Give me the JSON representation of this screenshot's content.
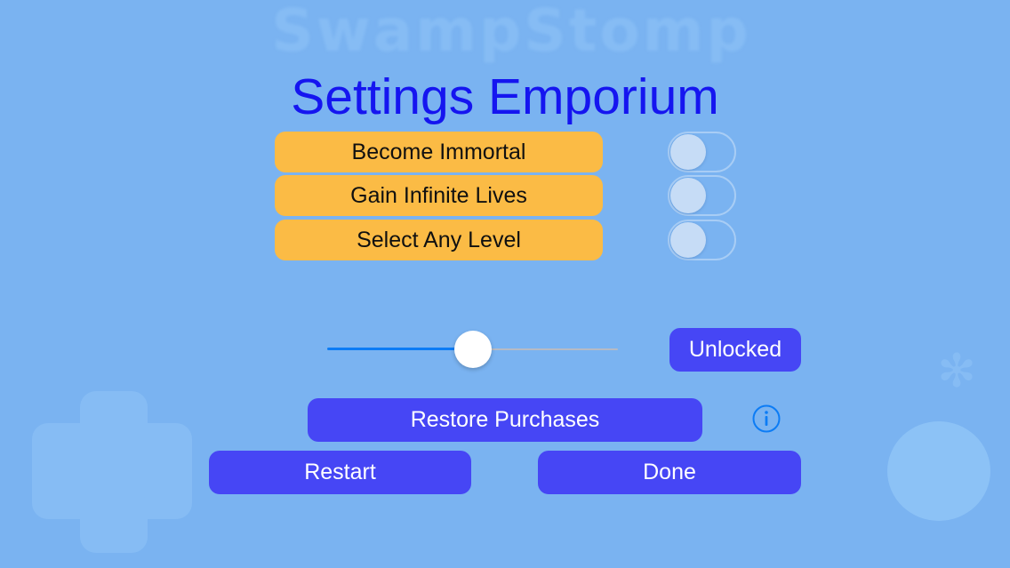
{
  "background": {
    "logo_text": "SwampStomp",
    "color": "#7ab3f1"
  },
  "title": "Settings Emporium",
  "options": [
    {
      "label": "Become Immortal",
      "enabled": false
    },
    {
      "label": "Gain Infinite Lives",
      "enabled": false
    },
    {
      "label": "Select Any Level",
      "enabled": false
    }
  ],
  "slider": {
    "value": 0.5
  },
  "unlocked_label": "Unlocked",
  "restore_label": "Restore Purchases",
  "restart_label": "Restart",
  "done_label": "Done",
  "icons": {
    "info": "info-icon"
  },
  "colors": {
    "title": "#1515f0",
    "option_bg": "#fbbb45",
    "button_bg": "#4646f5",
    "slider_fill": "#0c7cf5"
  }
}
